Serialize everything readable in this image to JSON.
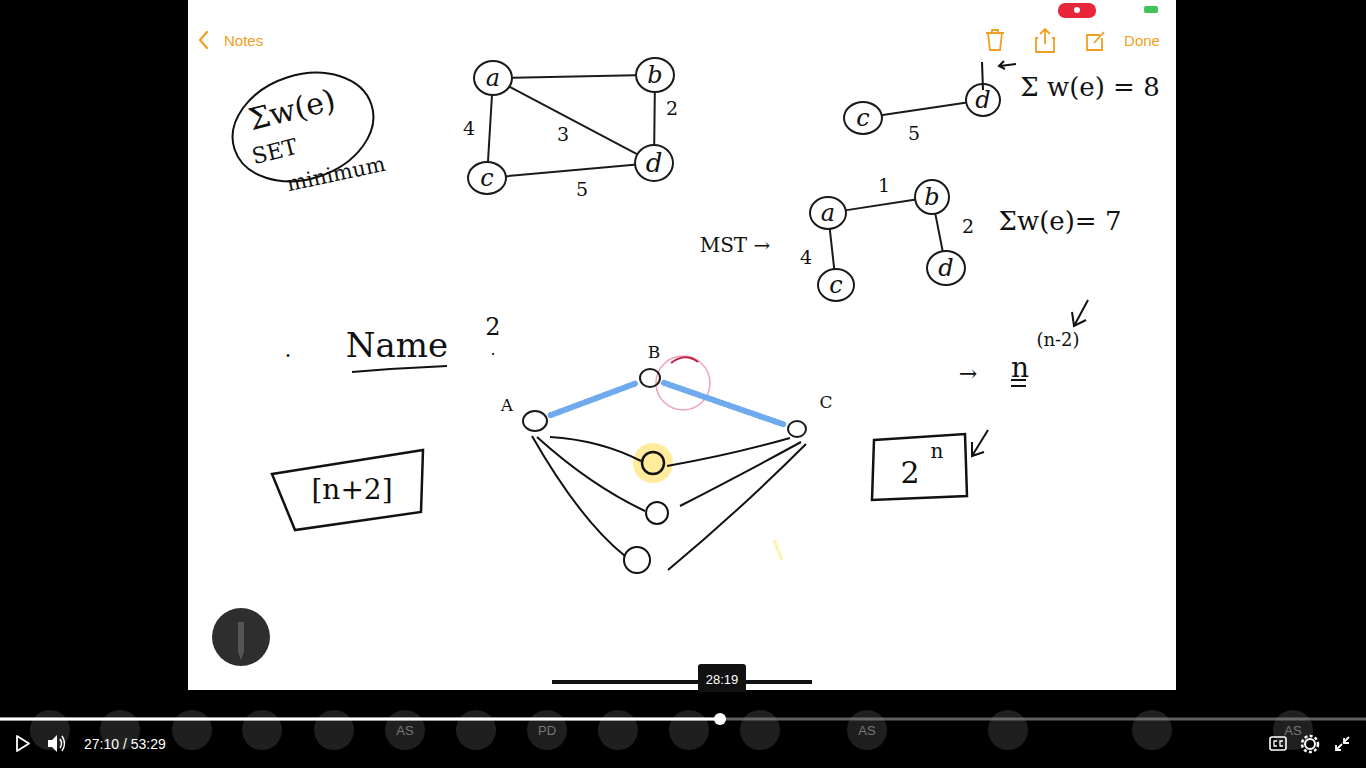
{
  "diagram": {
    "nodes": [
      {
        "text": [
          "a"
        ]
      },
      {
        "text": [
          "b"
        ]
      },
      {
        "text": [
          "c"
        ]
      },
      {
        "text": [
          "d"
        ]
      },
      {
        "text": [
          "c"
        ]
      },
      {
        "text": [
          "d"
        ]
      },
      {
        "text": [
          "a"
        ]
      },
      {
        "text": [
          "b"
        ]
      },
      {
        "text": [
          "c"
        ]
      },
      {
        "text": [
          "d"
        ]
      },
      {
        "text": [
          "B"
        ]
      },
      {
        "text": [
          "A"
        ]
      },
      {
        "text": [
          "C"
        ]
      }
    ],
    "edges": [
      {
        "from": 0,
        "to": 1,
        "arrow": "none"
      },
      {
        "from": 0,
        "to": 2,
        "arrow": "none",
        "label": "4"
      },
      {
        "from": 0,
        "to": 3,
        "arrow": "none",
        "label": "3"
      },
      {
        "from": 1,
        "to": 3,
        "arrow": "none",
        "label": "2"
      },
      {
        "from": 2,
        "to": 3,
        "arrow": "none",
        "label": "5"
      },
      {
        "from": 4,
        "to": 5,
        "arrow": "none",
        "label": "5"
      },
      {
        "from": 6,
        "to": 7,
        "arrow": "none",
        "label": "1"
      },
      {
        "from": 7,
        "to": 9,
        "arrow": "none",
        "label": "2"
      },
      {
        "from": 6,
        "to": 8,
        "arrow": "none",
        "label": "4"
      },
      {
        "from": 11,
        "to": 10,
        "arrow": "none"
      },
      {
        "from": 10,
        "to": 12,
        "arrow": "none"
      }
    ],
    "labels": [
      "Notes",
      "Done",
      "Σw(e)",
      "SET",
      "minimum",
      "Σ w(e) = 8",
      "MST →",
      "Σw(e)= 7",
      ".",
      "Name",
      "2",
      ".",
      "[n+2]",
      "→",
      "n",
      "(n-2)",
      "2",
      "n",
      "28:19",
      "27:10 / 53:29",
      "AS",
      "PD",
      "AS",
      "AS"
    ]
  }
}
